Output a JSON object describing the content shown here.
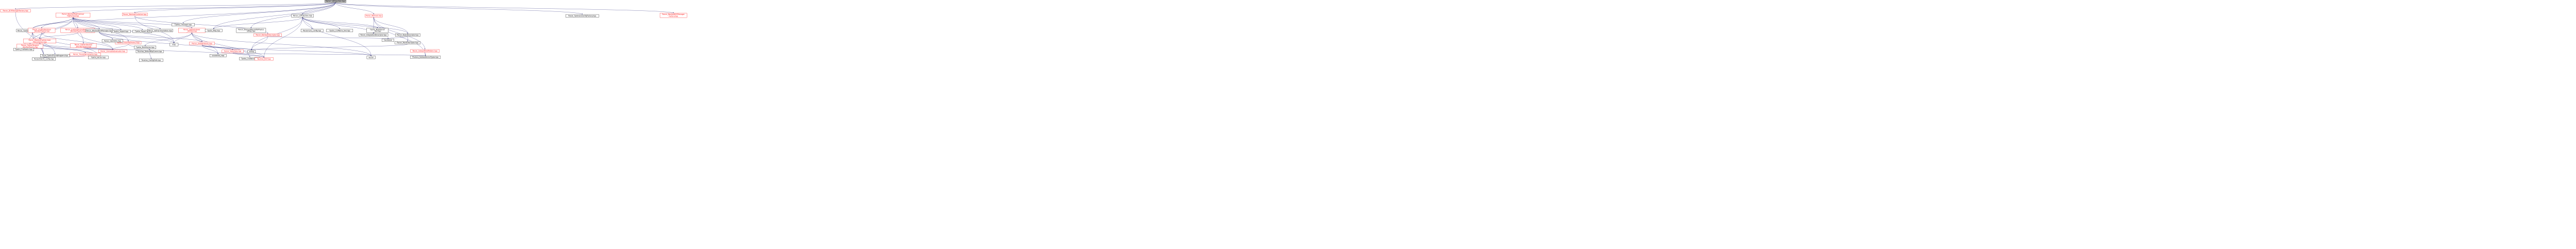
{
  "graph": {
    "colors": {
      "edge": "#191970",
      "root_fill": "#bfbfbf",
      "red_border": "#ff0000",
      "black_border": "#000000",
      "red_text": "#ff0000",
      "black_text": "#000000"
    },
    "nodes": [
      {
        "id": "root",
        "label": "Parcer_L2Projection.hpp",
        "style": "root"
      },
      {
        "id": "dofmgr",
        "label": "Parcer_DOFManagerFactory.hpp",
        "style": "red"
      },
      {
        "id": "blocked",
        "label": "Parcer_BlockedTpetraLinear ObjFactory.hpp",
        "style": "red"
      },
      {
        "id": "wscontainer",
        "label": "Parcer_WorksetContainer.hpp",
        "style": "red"
      },
      {
        "id": "l2proj",
        "label": "Parcer_L2Projection.hpp",
        "style": "black"
      },
      {
        "id": "workset",
        "label": "Parcer_Workset.hpp",
        "style": "red"
      },
      {
        "id": "tpetralofact",
        "label": "Parcer_TpetraLinearObjFactory.hpp",
        "style": "black"
      },
      {
        "id": "blockeddofmgrfact",
        "label": "Parcer_BlockedDOFManager Factory.hpp",
        "style": "red"
      },
      {
        "id": "tpetraloc",
        "label": "Parcer_TpetraLinearObjContainer.hpp",
        "style": "black"
      },
      {
        "id": "scatterres",
        "label": "Parcer_ScatterResidual _BlockedTpetra.hpp",
        "style": "red"
      },
      {
        "id": "scatterdir",
        "label": "Parcer_ScatterDirichletResidual _BlockedTpetra.hpp",
        "style": "red"
      },
      {
        "id": "tpetraimport",
        "label": "Tpetra_Import.hpp",
        "style": "black"
      },
      {
        "id": "tpetraexport",
        "label": "Tpetra_Export.hpp",
        "style": "black"
      },
      {
        "id": "blockeddofmgr",
        "label": "Parcer_BlockedDOFManager.hpp",
        "style": "black"
      },
      {
        "id": "gatherorient",
        "label": "Parcer_GatherOrientation.hpp",
        "style": "black"
      },
      {
        "id": "globalidx",
        "label": "Parcer_GlobalIndexer _Utilities.hpp",
        "style": "red"
      },
      {
        "id": "crsgraph",
        "label": "Tpetra_CrsGraph.hpp",
        "style": "black"
      },
      {
        "id": "tpetramap",
        "label": "Tpetra_Map.hpp",
        "style": "black"
      },
      {
        "id": "elemblock",
        "label": "Parcer_ElementBlockIdToPhysics IdMap.hpp",
        "style": "black"
      },
      {
        "id": "wsdesc",
        "label": "Parcer_WorksetDescriptor.hpp",
        "style": "red"
      },
      {
        "id": "corecfg",
        "label": "PanzerCore_config.hpp",
        "style": "black"
      },
      {
        "id": "crsmatrix",
        "label": "Tpetra_CrsMatrix_fwd.hpp",
        "style": "black"
      },
      {
        "id": "multivecfwd",
        "label": "Tpetra_MultiVector _fwd.hpp",
        "style": "black"
      },
      {
        "id": "intdesc",
        "label": "Parcer_IntegrationDescriptor.hpp",
        "style": "black"
      },
      {
        "id": "basisdesc",
        "label": "Parcer_BasisDescriptor.hpp",
        "style": "black"
      },
      {
        "id": "blockedlo",
        "label": "Parcer_BlockedTpetraLinear ObjContainer.hpp",
        "style": "red"
      },
      {
        "id": "gathertangent",
        "label": "Parcer_GatherTangent _BlockedTpetra.hpp",
        "style": "red"
      },
      {
        "id": "gathersol",
        "label": "Parcer_GatherSolution _BlockedTpetra.hpp",
        "style": "red"
      },
      {
        "id": "linearobjfact",
        "label": "Parcer_LinearObjFactory.hpp",
        "style": "red"
      },
      {
        "id": "hashutils",
        "label": "Parcer_HashUtils.hpp",
        "style": "black"
      },
      {
        "id": "multivector",
        "label": "Tpetra_MultiVector.hpp",
        "style": "black"
      },
      {
        "id": "globalindexer",
        "label": "Parcer_GlobalIndexer.hpp",
        "style": "red"
      },
      {
        "id": "functional",
        "label": "functional",
        "style": "black"
      },
      {
        "id": "pointdesc",
        "label": "Parcer_PointDescriptor.hpp",
        "style": "black"
      },
      {
        "id": "crsmatrixhpp",
        "label": "Tpetra_CrsMatrix.hpp",
        "style": "black"
      },
      {
        "id": "thyratpetra",
        "label": "Thyra_TpetraThyraWrappers.hpp",
        "style": "black"
      },
      {
        "id": "thyraobj",
        "label": "Parcer_ThyraObjContainer.hpp",
        "style": "red"
      },
      {
        "id": "tpetravector",
        "label": "Tpetra_Vector.hpp",
        "style": "black"
      },
      {
        "id": "cloneable",
        "label": "Parcer_CloneableEvaluator.hpp",
        "style": "red"
      },
      {
        "id": "teuchosdefault",
        "label": "Teuchos_DefaultMpiComm.hpp",
        "style": "black"
      },
      {
        "id": "map",
        "label": "map",
        "style": "black"
      },
      {
        "id": "unorderedmap",
        "label": "unordered_map",
        "style": "black"
      },
      {
        "id": "nodetype",
        "label": "Parcer_NodeType.hpp",
        "style": "red"
      },
      {
        "id": "string",
        "label": "string",
        "style": "black"
      },
      {
        "id": "vector",
        "label": "vector",
        "style": "black"
      },
      {
        "id": "intrepid",
        "label": "Parcer_IntrepidFieldPattern.hpp",
        "style": "red"
      },
      {
        "id": "phalanx",
        "label": "Phalanx_KokkosDeviceTypes.hpp",
        "style": "black"
      },
      {
        "id": "crsmatrixhpp2",
        "label": "Tpetra_CrsMatrix.hpp",
        "style": "black"
      },
      {
        "id": "panzerconfig",
        "label": "PanzerDiscFE_config.hpp",
        "style": "black"
      },
      {
        "id": "teuchosrcp",
        "label": "Teuchos_RCP.hpp",
        "style": "red"
      },
      {
        "id": "teuchosconfig",
        "label": "Teuchos_ConfigDefs.hpp",
        "style": "black"
      }
    ]
  }
}
